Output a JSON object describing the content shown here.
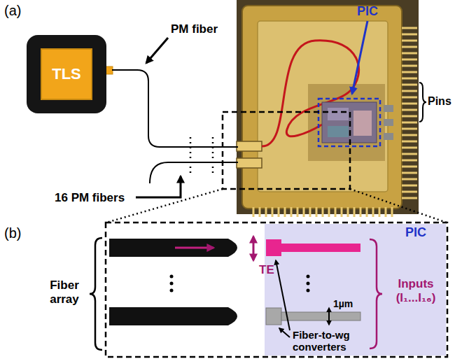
{
  "diagram": {
    "nodes": [
      {
        "text": [
          "TLS"
        ]
      },
      {
        "text": [
          "PIC"
        ]
      }
    ],
    "labels": [
      "(a)",
      "PM fiber",
      "16 PM fibers",
      "PIC",
      "Pins",
      "(b)",
      "Fiber array",
      "TE",
      "Fiber-to-wg converters",
      "1µm",
      "Inputs (I₁...I₁₆)"
    ]
  }
}
